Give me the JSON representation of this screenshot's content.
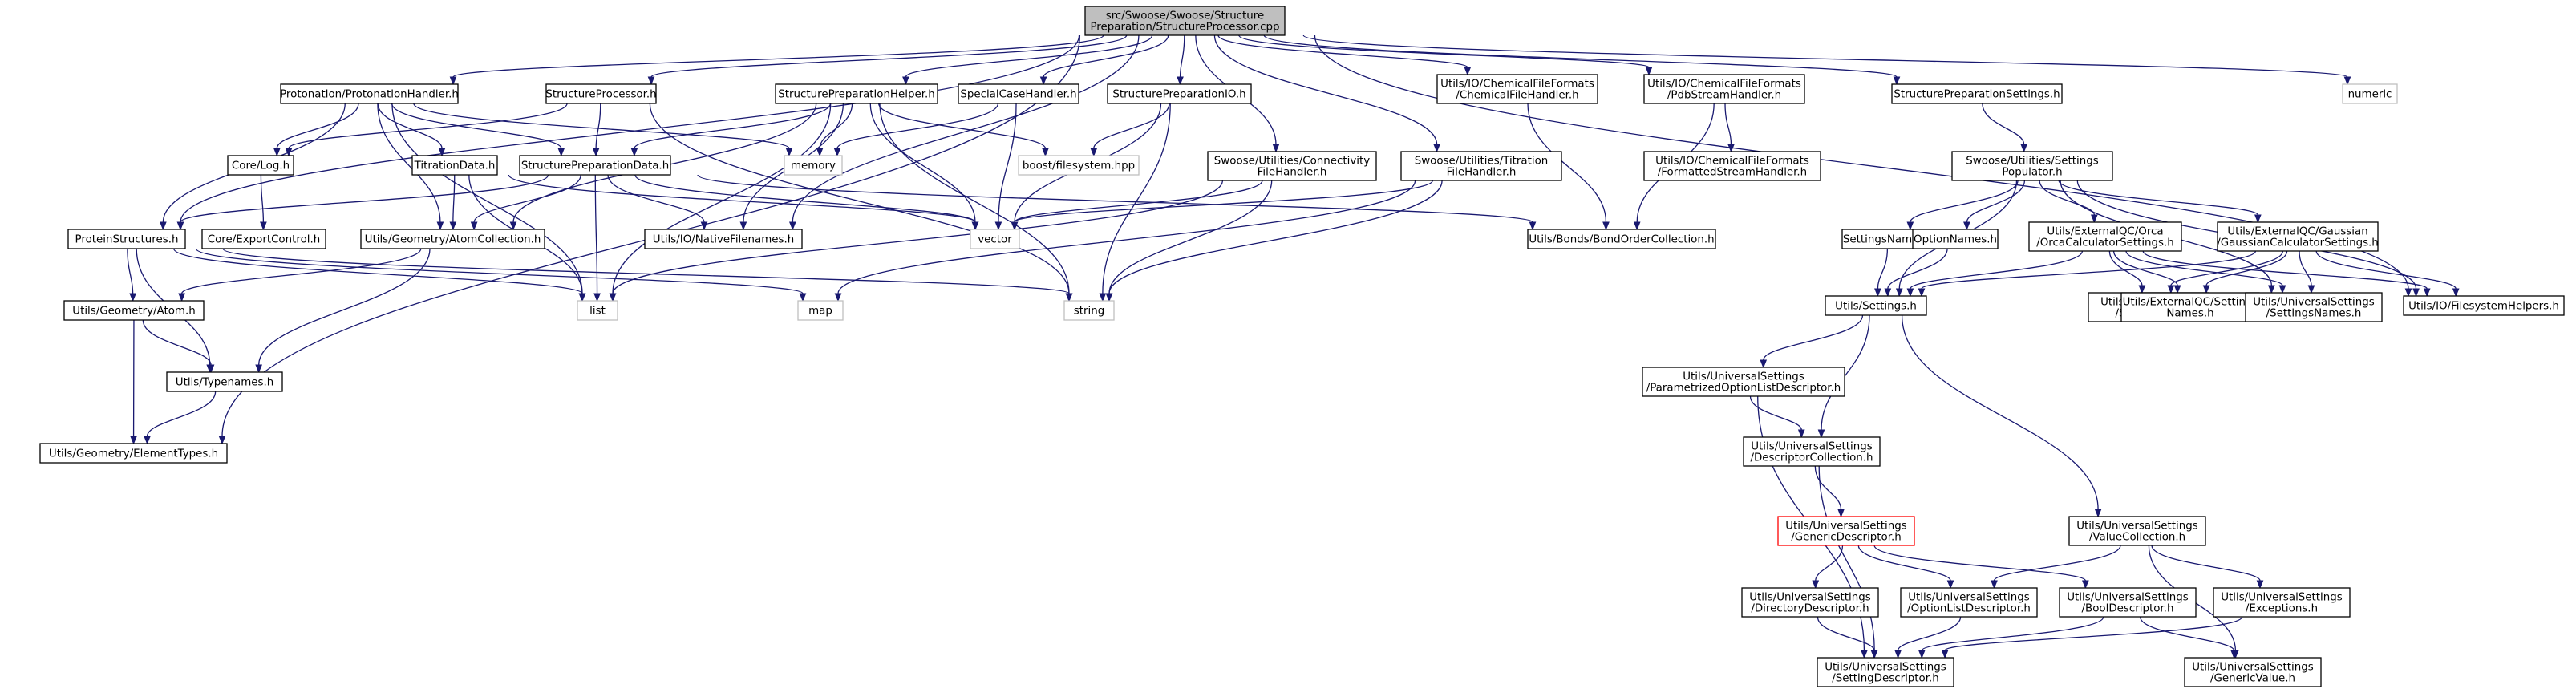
{
  "diagram": {
    "type": "include-dependency-graph",
    "colors": {
      "edge": "#191970",
      "root_fill": "#bfbfbf",
      "system_border": "#bfbfbf",
      "highlight_border": "#ff0000",
      "node_border": "#000000"
    },
    "nodes": [
      {
        "id": "root",
        "lines": [
          "src/Swoose/Swoose/Structure",
          "Preparation/StructureProcessor.cpp"
        ],
        "style": "root"
      },
      {
        "id": "protonationHandler",
        "lines": [
          "Protonation/ProtonationHandler.h"
        ]
      },
      {
        "id": "structureProcessor",
        "lines": [
          "StructureProcessor.h"
        ]
      },
      {
        "id": "structurePreparationHelper",
        "lines": [
          "StructurePreparationHelper.h"
        ]
      },
      {
        "id": "specialCaseHandler",
        "lines": [
          "SpecialCaseHandler.h"
        ]
      },
      {
        "id": "structurePreparationIO",
        "lines": [
          "StructurePreparationIO.h"
        ]
      },
      {
        "id": "chemicalFileHandler",
        "lines": [
          "Utils/IO/ChemicalFileFormats",
          "/ChemicalFileHandler.h"
        ]
      },
      {
        "id": "pdbStreamHandler",
        "lines": [
          "Utils/IO/ChemicalFileFormats",
          "/PdbStreamHandler.h"
        ]
      },
      {
        "id": "structurePreparationSettings",
        "lines": [
          "StructurePreparationSettings.h"
        ]
      },
      {
        "id": "numeric",
        "lines": [
          "numeric"
        ],
        "style": "system"
      },
      {
        "id": "coreLog",
        "lines": [
          "Core/Log.h"
        ]
      },
      {
        "id": "coreExportControl",
        "lines": [
          "Core/ExportControl.h"
        ]
      },
      {
        "id": "titrationData",
        "lines": [
          "TitrationData.h"
        ]
      },
      {
        "id": "structurePreparationData",
        "lines": [
          "StructurePreparationData.h"
        ]
      },
      {
        "id": "memory",
        "lines": [
          "memory"
        ],
        "style": "system"
      },
      {
        "id": "boostFilesystem",
        "lines": [
          "boost/filesystem.hpp"
        ],
        "style": "system"
      },
      {
        "id": "connectivityFileHandler",
        "lines": [
          "Swoose/Utilities/Connectivity",
          "FileHandler.h"
        ]
      },
      {
        "id": "titrationFileHandler",
        "lines": [
          "Swoose/Utilities/Titration",
          "FileHandler.h"
        ]
      },
      {
        "id": "formattedStreamHandler",
        "lines": [
          "Utils/IO/ChemicalFileFormats",
          "/FormattedStreamHandler.h"
        ]
      },
      {
        "id": "settingsPopulator",
        "lines": [
          "Swoose/Utilities/Settings",
          "Populator.h"
        ]
      },
      {
        "id": "proteinStructures",
        "lines": [
          "ProteinStructures.h"
        ]
      },
      {
        "id": "atomCollection",
        "lines": [
          "Utils/Geometry/AtomCollection.h"
        ]
      },
      {
        "id": "nativeFilenames",
        "lines": [
          "Utils/IO/NativeFilenames.h"
        ]
      },
      {
        "id": "vector",
        "lines": [
          "vector"
        ],
        "style": "system"
      },
      {
        "id": "bondOrderCollection",
        "lines": [
          "Utils/Bonds/BondOrderCollection.h"
        ]
      },
      {
        "id": "settingsNames",
        "lines": [
          "SettingsNames.h"
        ]
      },
      {
        "id": "optionNames",
        "lines": [
          "OptionNames.h"
        ]
      },
      {
        "id": "orcaSettings",
        "lines": [
          "Utils/ExternalQC/Orca",
          "/OrcaCalculatorSettings.h"
        ]
      },
      {
        "id": "gaussianSettings",
        "lines": [
          "Utils/ExternalQC/Gaussian",
          "/GaussianCalculatorSettings.h"
        ]
      },
      {
        "id": "atom",
        "lines": [
          "Utils/Geometry/Atom.h"
        ]
      },
      {
        "id": "list",
        "lines": [
          "list"
        ],
        "style": "system"
      },
      {
        "id": "map",
        "lines": [
          "map"
        ],
        "style": "system"
      },
      {
        "id": "string",
        "lines": [
          "string"
        ],
        "style": "system"
      },
      {
        "id": "utilsSettings",
        "lines": [
          "Utils/Settings.h"
        ]
      },
      {
        "id": "spinMode",
        "lines": [
          "Utils/Scf/LcaoUtils",
          "/SpinMode.h"
        ]
      },
      {
        "id": "externalQCSettingsNames",
        "lines": [
          "Utils/ExternalQC/Settings",
          "Names.h"
        ]
      },
      {
        "id": "universalSettingsNames",
        "lines": [
          "Utils/UniversalSettings",
          "/SettingsNames.h"
        ]
      },
      {
        "id": "filesystemHelpers",
        "lines": [
          "Utils/IO/FilesystemHelpers.h"
        ]
      },
      {
        "id": "typenames",
        "lines": [
          "Utils/Typenames.h"
        ]
      },
      {
        "id": "elementTypes",
        "lines": [
          "Utils/Geometry/ElementTypes.h"
        ]
      },
      {
        "id": "parametrizedOptionList",
        "lines": [
          "Utils/UniversalSettings",
          "/ParametrizedOptionListDescriptor.h"
        ]
      },
      {
        "id": "descriptorCollection",
        "lines": [
          "Utils/UniversalSettings",
          "/DescriptorCollection.h"
        ]
      },
      {
        "id": "genericDescriptor",
        "lines": [
          "Utils/UniversalSettings",
          "/GenericDescriptor.h"
        ],
        "style": "red"
      },
      {
        "id": "valueCollection",
        "lines": [
          "Utils/UniversalSettings",
          "/ValueCollection.h"
        ]
      },
      {
        "id": "directoryDescriptor",
        "lines": [
          "Utils/UniversalSettings",
          "/DirectoryDescriptor.h"
        ]
      },
      {
        "id": "optionListDescriptor",
        "lines": [
          "Utils/UniversalSettings",
          "/OptionListDescriptor.h"
        ]
      },
      {
        "id": "boolDescriptor",
        "lines": [
          "Utils/UniversalSettings",
          "/BoolDescriptor.h"
        ]
      },
      {
        "id": "exceptions",
        "lines": [
          "Utils/UniversalSettings",
          "/Exceptions.h"
        ]
      },
      {
        "id": "settingDescriptor",
        "lines": [
          "Utils/UniversalSettings",
          "/SettingDescriptor.h"
        ]
      },
      {
        "id": "genericValue",
        "lines": [
          "Utils/UniversalSettings",
          "/GenericValue.h"
        ]
      }
    ],
    "edges": [
      [
        "root",
        "protonationHandler"
      ],
      [
        "root",
        "structureProcessor"
      ],
      [
        "root",
        "structurePreparationHelper"
      ],
      [
        "root",
        "specialCaseHandler"
      ],
      [
        "root",
        "structurePreparationIO"
      ],
      [
        "root",
        "chemicalFileHandler"
      ],
      [
        "root",
        "pdbStreamHandler"
      ],
      [
        "root",
        "structurePreparationSettings"
      ],
      [
        "root",
        "numeric"
      ],
      [
        "root",
        "connectivityFileHandler"
      ],
      [
        "root",
        "titrationFileHandler"
      ],
      [
        "root",
        "proteinStructures"
      ],
      [
        "root",
        "nativeFilenames"
      ],
      [
        "root",
        "elementTypes"
      ],
      [
        "root",
        "filesystemHelpers"
      ],
      [
        "protonationHandler",
        "coreLog"
      ],
      [
        "protonationHandler",
        "titrationData"
      ],
      [
        "protonationHandler",
        "structurePreparationData"
      ],
      [
        "protonationHandler",
        "memory"
      ],
      [
        "protonationHandler",
        "proteinStructures"
      ],
      [
        "protonationHandler",
        "atomCollection"
      ],
      [
        "protonationHandler",
        "list"
      ],
      [
        "structureProcessor",
        "coreLog"
      ],
      [
        "structureProcessor",
        "structurePreparationData"
      ],
      [
        "structureProcessor",
        "string"
      ],
      [
        "structurePreparationHelper",
        "structurePreparationData"
      ],
      [
        "structurePreparationHelper",
        "atomCollection"
      ],
      [
        "structurePreparationHelper",
        "nativeFilenames"
      ],
      [
        "structurePreparationHelper",
        "memory"
      ],
      [
        "structurePreparationHelper",
        "boostFilesystem"
      ],
      [
        "structurePreparationHelper",
        "vector"
      ],
      [
        "structurePreparationHelper",
        "list"
      ],
      [
        "structurePreparationHelper",
        "string"
      ],
      [
        "specialCaseHandler",
        "memory"
      ],
      [
        "specialCaseHandler",
        "vector"
      ],
      [
        "structurePreparationIO",
        "boostFilesystem"
      ],
      [
        "structurePreparationIO",
        "vector"
      ],
      [
        "structurePreparationIO",
        "string"
      ],
      [
        "chemicalFileHandler",
        "bondOrderCollection"
      ],
      [
        "pdbStreamHandler",
        "formattedStreamHandler"
      ],
      [
        "pdbStreamHandler",
        "bondOrderCollection"
      ],
      [
        "structurePreparationSettings",
        "settingsPopulator"
      ],
      [
        "coreLog",
        "coreExportControl"
      ],
      [
        "titrationData",
        "atomCollection"
      ],
      [
        "titrationData",
        "list"
      ],
      [
        "titrationData",
        "vector"
      ],
      [
        "structurePreparationData",
        "proteinStructures"
      ],
      [
        "structurePreparationData",
        "atomCollection"
      ],
      [
        "structurePreparationData",
        "nativeFilenames"
      ],
      [
        "structurePreparationData",
        "vector"
      ],
      [
        "structurePreparationData",
        "list"
      ],
      [
        "structurePreparationData",
        "bondOrderCollection"
      ],
      [
        "connectivityFileHandler",
        "vector"
      ],
      [
        "connectivityFileHandler",
        "list"
      ],
      [
        "connectivityFileHandler",
        "string"
      ],
      [
        "titrationFileHandler",
        "vector"
      ],
      [
        "titrationFileHandler",
        "map"
      ],
      [
        "titrationFileHandler",
        "string"
      ],
      [
        "settingsPopulator",
        "settingsNames"
      ],
      [
        "settingsPopulator",
        "optionNames"
      ],
      [
        "settingsPopulator",
        "orcaSettings"
      ],
      [
        "settingsPopulator",
        "gaussianSettings"
      ],
      [
        "settingsPopulator",
        "utilsSettings"
      ],
      [
        "settingsPopulator",
        "universalSettingsNames"
      ],
      [
        "settingsPopulator",
        "filesystemHelpers"
      ],
      [
        "proteinStructures",
        "atom"
      ],
      [
        "proteinStructures",
        "typenames"
      ],
      [
        "proteinStructures",
        "list"
      ],
      [
        "proteinStructures",
        "map"
      ],
      [
        "proteinStructures",
        "string"
      ],
      [
        "atomCollection",
        "atom"
      ],
      [
        "atomCollection",
        "typenames"
      ],
      [
        "atom",
        "typenames"
      ],
      [
        "atom",
        "elementTypes"
      ],
      [
        "typenames",
        "elementTypes"
      ],
      [
        "settingsNames",
        "utilsSettings"
      ],
      [
        "optionNames",
        "utilsSettings"
      ],
      [
        "orcaSettings",
        "utilsSettings"
      ],
      [
        "orcaSettings",
        "spinMode"
      ],
      [
        "orcaSettings",
        "externalQCSettingsNames"
      ],
      [
        "orcaSettings",
        "universalSettingsNames"
      ],
      [
        "orcaSettings",
        "filesystemHelpers"
      ],
      [
        "gaussianSettings",
        "utilsSettings"
      ],
      [
        "gaussianSettings",
        "spinMode"
      ],
      [
        "gaussianSettings",
        "externalQCSettingsNames"
      ],
      [
        "gaussianSettings",
        "universalSettingsNames"
      ],
      [
        "gaussianSettings",
        "filesystemHelpers"
      ],
      [
        "utilsSettings",
        "parametrizedOptionList"
      ],
      [
        "utilsSettings",
        "descriptorCollection"
      ],
      [
        "utilsSettings",
        "valueCollection"
      ],
      [
        "parametrizedOptionList",
        "descriptorCollection"
      ],
      [
        "parametrizedOptionList",
        "settingDescriptor"
      ],
      [
        "descriptorCollection",
        "genericDescriptor"
      ],
      [
        "descriptorCollection",
        "settingDescriptor"
      ],
      [
        "genericDescriptor",
        "directoryDescriptor"
      ],
      [
        "genericDescriptor",
        "optionListDescriptor"
      ],
      [
        "genericDescriptor",
        "boolDescriptor"
      ],
      [
        "valueCollection",
        "optionListDescriptor"
      ],
      [
        "valueCollection",
        "exceptions"
      ],
      [
        "valueCollection",
        "genericValue"
      ],
      [
        "directoryDescriptor",
        "settingDescriptor"
      ],
      [
        "optionListDescriptor",
        "settingDescriptor"
      ],
      [
        "boolDescriptor",
        "settingDescriptor"
      ],
      [
        "boolDescriptor",
        "genericValue"
      ],
      [
        "exceptions",
        "settingDescriptor"
      ]
    ]
  }
}
